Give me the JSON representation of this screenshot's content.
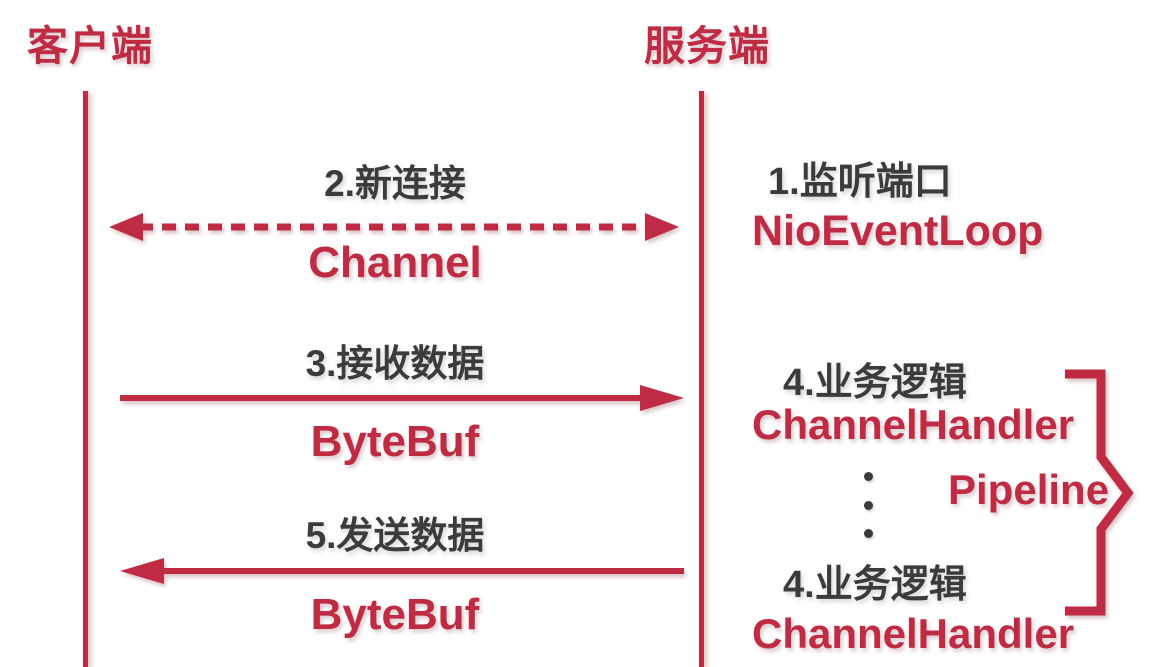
{
  "diagram": {
    "client": {
      "label": "客户端"
    },
    "server": {
      "label": "服务端"
    },
    "messages": [
      {
        "step_label": "2.新连接",
        "artifact": "Channel",
        "arrow_style": "dashed-double-headed"
      },
      {
        "step_label": "3.接收数据",
        "artifact": "ByteBuf",
        "arrow_style": "solid-to-server"
      },
      {
        "step_label": "5.发送数据",
        "artifact": "ByteBuf",
        "arrow_style": "solid-to-client"
      }
    ],
    "server_side": {
      "listen": {
        "step_label": "1.监听端口",
        "component": "NioEventLoop"
      },
      "handler_top": {
        "step_label": "4.业务逻辑",
        "component": "ChannelHandler"
      },
      "pipeline": {
        "label": "Pipeline",
        "dots_count": 3
      },
      "handler_bottom": {
        "step_label": "4.业务逻辑",
        "component": "ChannelHandler"
      }
    },
    "colors": {
      "accent_red": "#BE2B43",
      "text_dark": "#3B3B3B",
      "background": "#FFFFFF"
    }
  }
}
